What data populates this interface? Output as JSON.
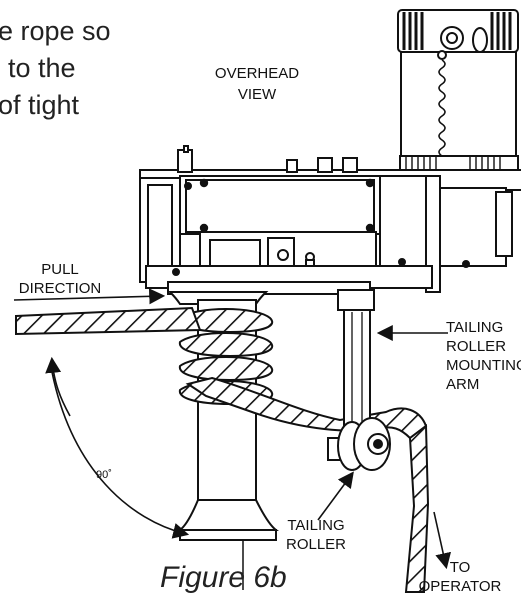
{
  "intro_text": {
    "line1": "e rope so",
    "line2": " to the",
    "line3": "of tight"
  },
  "labels": {
    "overhead_line1": "OVERHEAD",
    "overhead_line2": "VIEW",
    "pull_line1": "PULL",
    "pull_line2": "DIRECTION",
    "tailing_arm_line1": "TAILING",
    "tailing_arm_line2": "ROLLER",
    "tailing_arm_line3": "MOUNTING",
    "tailing_arm_line4": "ARM",
    "angle": "90˚",
    "tailing_roller_line1": "TAILING",
    "tailing_roller_line2": "ROLLER",
    "operator_line1": "TO",
    "operator_line2": "OPERATOR"
  },
  "caption": "Figure 6b",
  "colors": {
    "line": "#111111",
    "fill": "#ffffff",
    "dark": "#1a1a1a"
  }
}
